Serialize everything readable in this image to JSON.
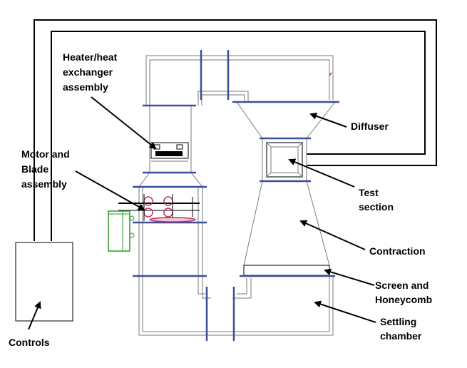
{
  "labels": {
    "heater": [
      "Heater/heat",
      "exchanger",
      "assembly"
    ],
    "motor": [
      "Motor and",
      "Blade",
      "assembly"
    ],
    "diffuser": "Diffuser",
    "test_section": [
      "Test",
      "section"
    ],
    "contraction": "Contraction",
    "screen": [
      "Screen and",
      "Honeycomb"
    ],
    "settling": [
      "Settling",
      "chamber"
    ],
    "controls": "Controls"
  },
  "colors": {
    "wall": "#7a7a7a",
    "flange": "#3b4f9a",
    "cable": "#000000",
    "fan": "#c0306a",
    "motor": "#2a9a2a"
  }
}
